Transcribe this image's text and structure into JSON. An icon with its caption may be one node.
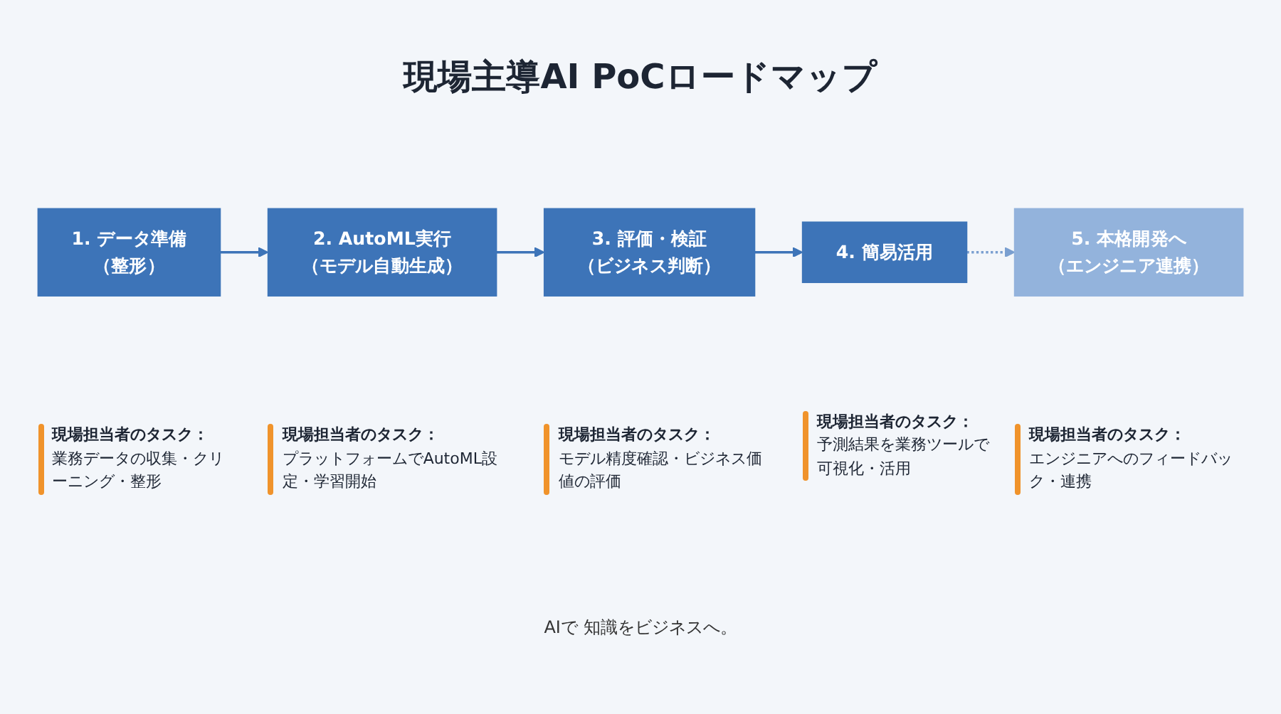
{
  "diagram": {
    "title": "現場主導AI PoCロードマップ",
    "nodes": [
      {
        "text": [
          "1. データ準備",
          "（整形）"
        ],
        "beside": [
          "現場担当者のタスク：",
          "業務データの収集・クリーニング・整形"
        ]
      },
      {
        "text": [
          "2. AutoML実行",
          "（モデル自動生成）"
        ],
        "beside": [
          "現場担当者のタスク：",
          "プラットフォームでAutoML設定・学習開始"
        ]
      },
      {
        "text": [
          "3. 評価・検証",
          "（ビジネス判断）"
        ],
        "beside": [
          "現場担当者のタスク：",
          "モデル精度確認・ビジネス価値の評価"
        ]
      },
      {
        "text": [
          "4. 簡易活用"
        ],
        "beside": [
          "現場担当者のタスク：",
          "予測結果を業務ツールで可視化・活用"
        ]
      },
      {
        "text": [
          "5. 本格開発へ",
          "（エンジニア連携）"
        ],
        "beside": [
          "現場担当者のタスク：",
          "エンジニアへのフィードバック・連携"
        ]
      }
    ],
    "edges": [
      {
        "from": 0,
        "to": 1,
        "arrow": "to"
      },
      {
        "from": 1,
        "to": 2,
        "arrow": "to"
      },
      {
        "from": 2,
        "to": 3,
        "arrow": "to"
      },
      {
        "from": 3,
        "to": 4,
        "arrow": "to",
        "style": "dashed",
        "color": "#7a9fd0"
      }
    ],
    "labels": [
      "AIで 知識をビジネスへ。"
    ]
  }
}
